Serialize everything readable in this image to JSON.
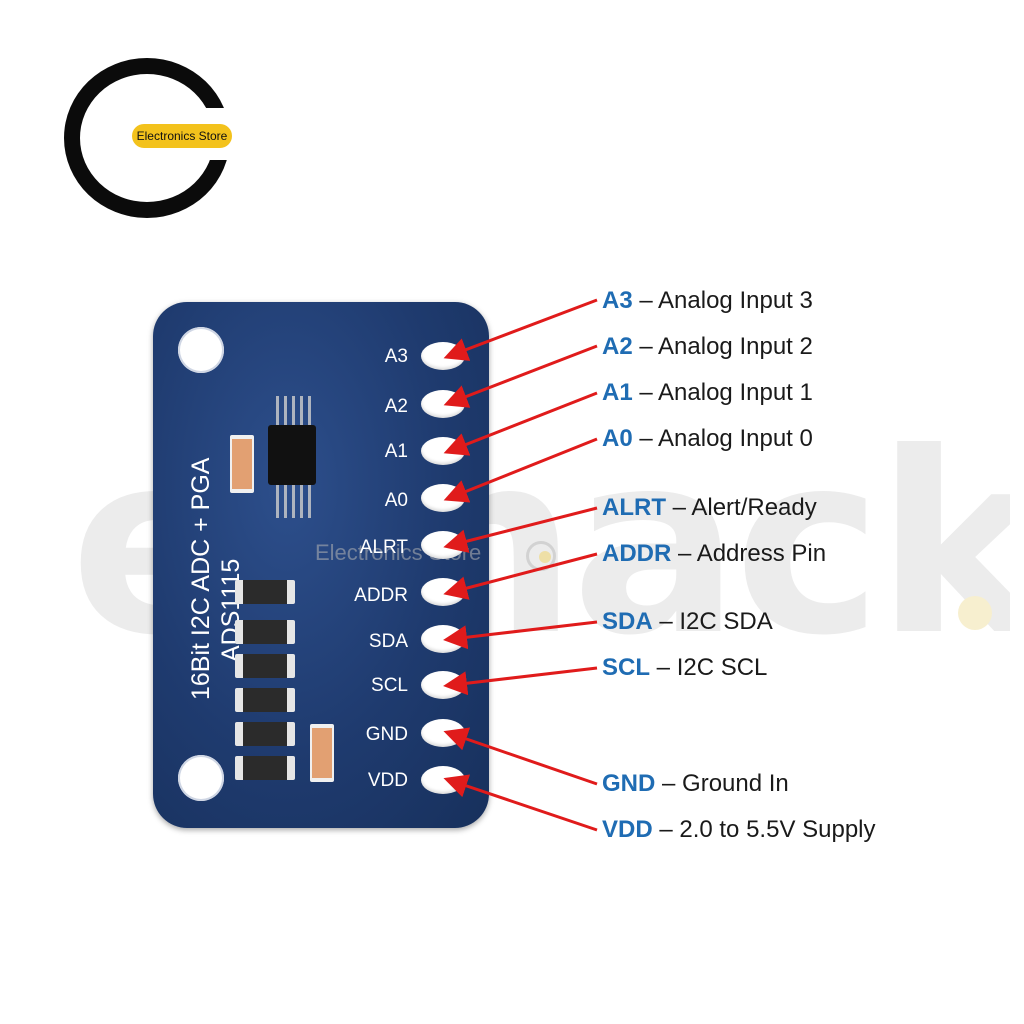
{
  "logo": {
    "text": "Electronics Store"
  },
  "watermark": {
    "text": "eonack",
    "small_text": "Electronics Store"
  },
  "board": {
    "title_line1": "16Bit I2C ADC + PGA",
    "title_line2": "ADS1115"
  },
  "pins": [
    {
      "label": "A3",
      "name": "A3",
      "desc": "– Analog Input 3"
    },
    {
      "label": "A2",
      "name": "A2",
      "desc": "– Analog Input 2"
    },
    {
      "label": "A1",
      "name": "A1",
      "desc": "– Analog Input 1"
    },
    {
      "label": "A0",
      "name": "A0",
      "desc": "– Analog Input 0"
    },
    {
      "label": "ALRT",
      "name": "ALRT",
      "desc": "– Alert/Ready"
    },
    {
      "label": "ADDR",
      "name": "ADDR",
      "desc": "– Address Pin"
    },
    {
      "label": "SDA",
      "name": "SDA",
      "desc": "– I2C SDA"
    },
    {
      "label": "SCL",
      "name": "SCL",
      "desc": "– I2C SCL"
    },
    {
      "label": "GND",
      "name": "GND",
      "desc": "– Ground In"
    },
    {
      "label": "VDD",
      "name": "VDD",
      "desc": "– 2.0 to 5.5V Supply"
    }
  ],
  "colors": {
    "board": "#1f3b6f",
    "pin_name": "#1f6cb3",
    "arrow": "#e01b1b",
    "logo_accent": "#f3c21c"
  }
}
